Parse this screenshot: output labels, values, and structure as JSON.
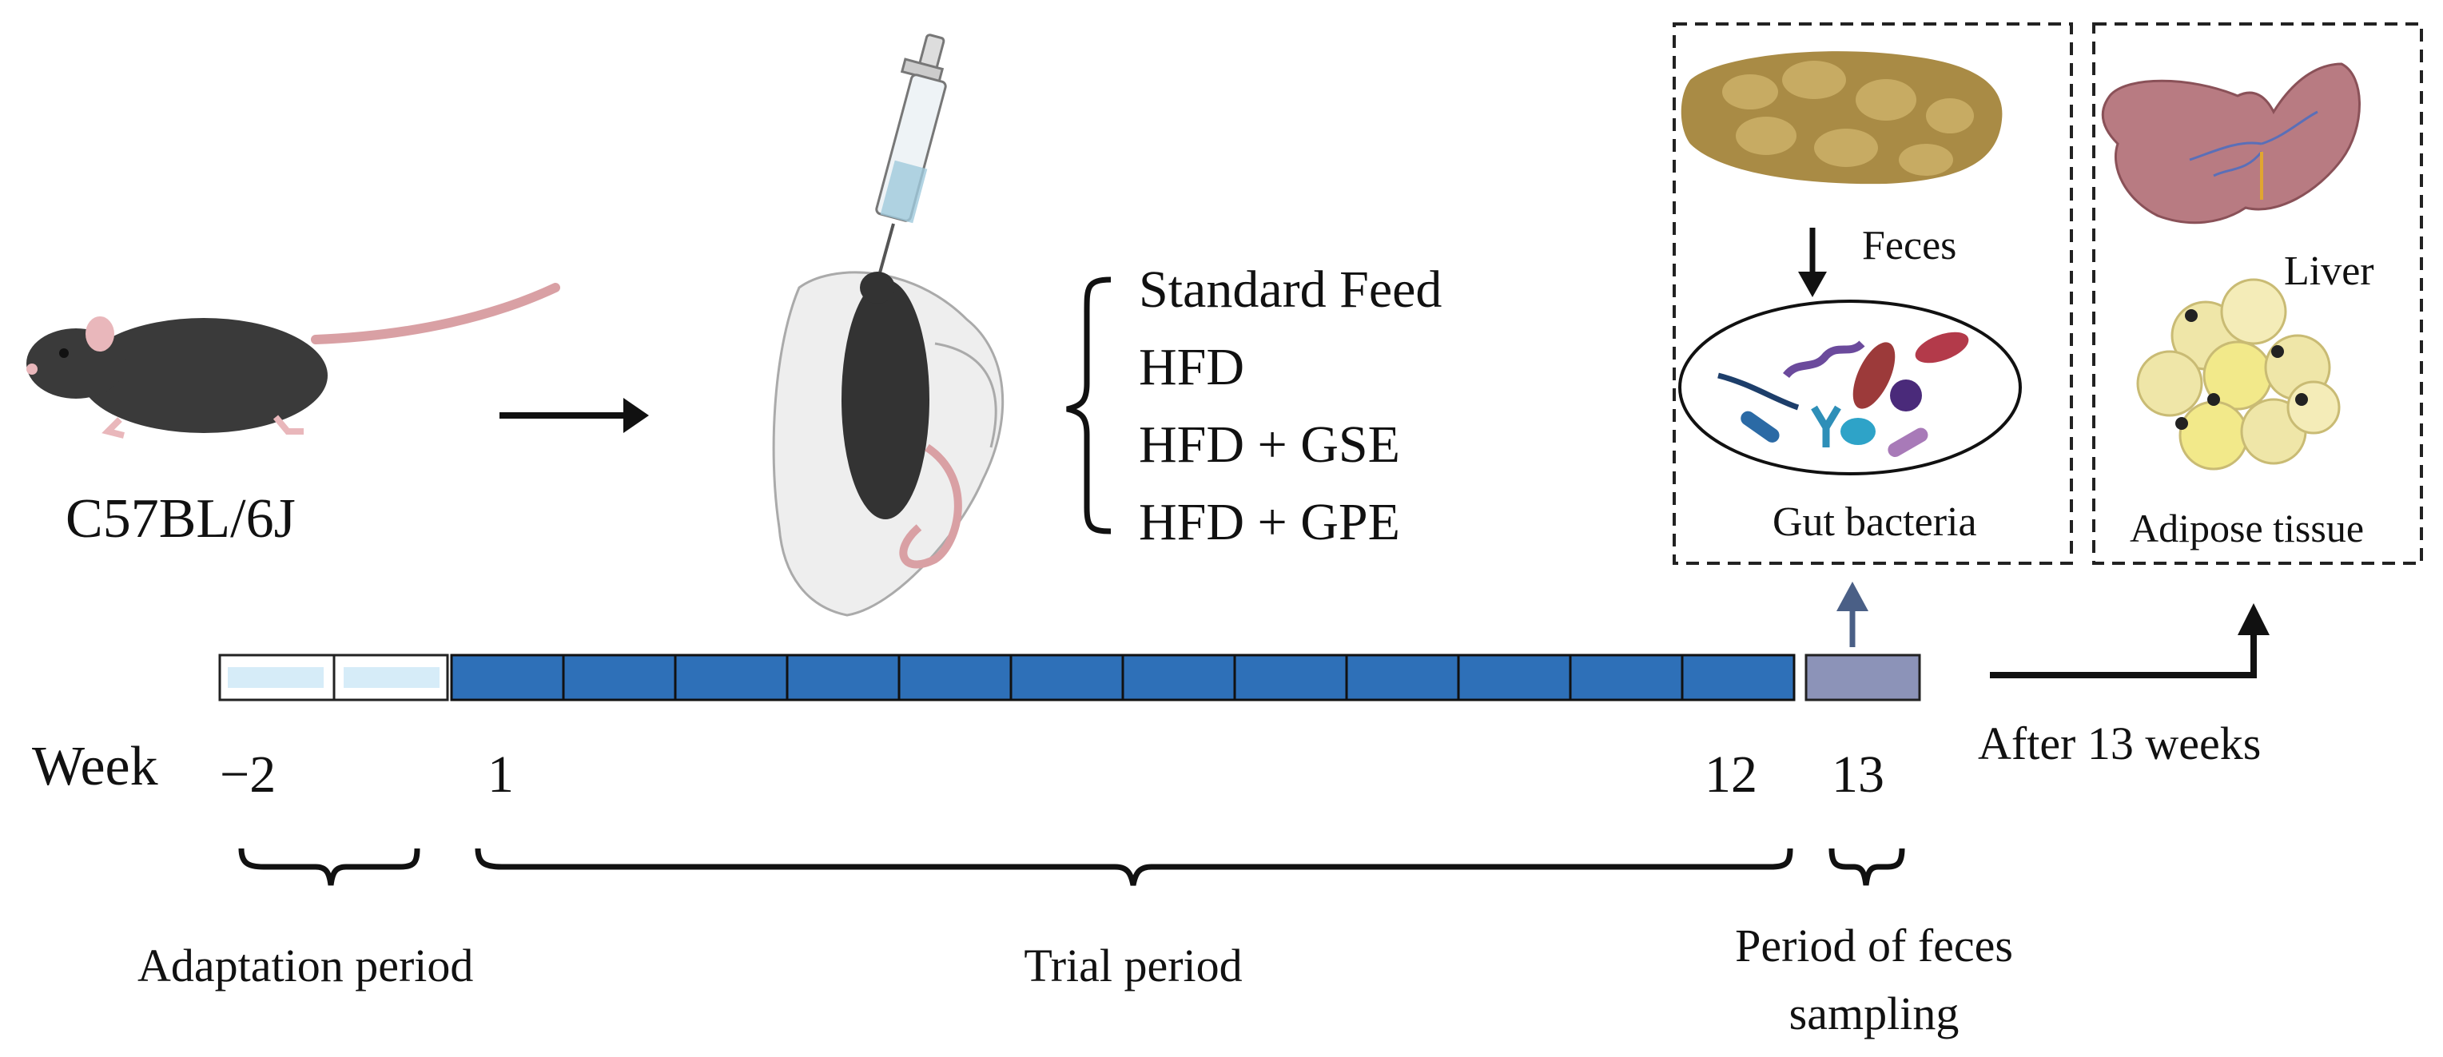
{
  "mouse_strain": "C57BL/6J",
  "diets": [
    "Standard Feed",
    "HFD",
    "HFD + GSE",
    "HFD + GPE"
  ],
  "samples": {
    "feces": "Feces",
    "gut_bacteria": "Gut bacteria",
    "liver": "Liver",
    "adipose": "Adipose tissue"
  },
  "timeline": {
    "axis_label": "Week",
    "ticks": [
      "−2",
      "1",
      "12",
      "13"
    ],
    "after_label": "After 13 weeks",
    "adaptation_weeks": 2,
    "trial_weeks": 12,
    "sampling_weeks": 1
  },
  "periods": {
    "adaptation": "Adaptation period",
    "trial": "Trial period",
    "sampling_line1": "Period of feces",
    "sampling_line2": "sampling"
  },
  "colors": {
    "trial_blue": "#2E70B8",
    "sampling_purple": "#8C93B8",
    "adaptation_fill": "#D6ECF8",
    "mouse": "#3a3a3a",
    "tail": "#d9a0a4",
    "feces": "#a98b45",
    "liver": "#b87b82",
    "fat": "#f0e6a0"
  }
}
